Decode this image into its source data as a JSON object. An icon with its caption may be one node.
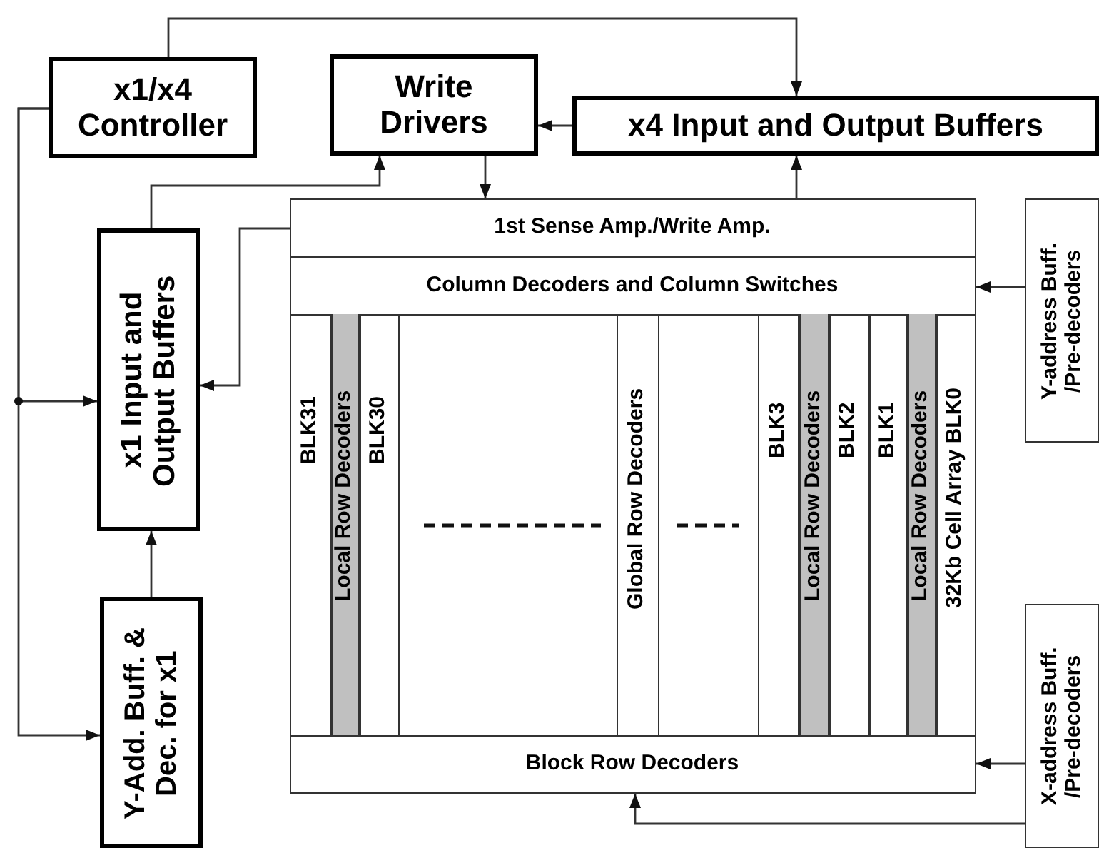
{
  "diagram": {
    "nodes": [
      {
        "text": [
          "x1/x4 Controller"
        ]
      },
      {
        "text": [
          "Write Drivers"
        ]
      },
      {
        "text": [
          "x4 Input and Output Buffers"
        ]
      },
      {
        "text": [],
        "shape": "box"
      },
      {
        "text": [
          "1st Sense Amp./Write Amp."
        ],
        "in": 3
      },
      {
        "text": [
          "Column Decoders and Column Switches"
        ],
        "in": 3
      },
      {
        "text": [
          "BLK31"
        ],
        "in": 3
      },
      {
        "text": [
          "Local Row Decoders"
        ],
        "in": 3
      },
      {
        "text": [
          "BLK30"
        ],
        "in": 3
      },
      {
        "text": [
          "Global Row Decoders"
        ],
        "in": 3
      },
      {
        "text": [
          "BLK3"
        ],
        "in": 3
      },
      {
        "text": [
          "Local Row Decoders"
        ],
        "in": 3
      },
      {
        "text": [
          "BLK2"
        ],
        "in": 3
      },
      {
        "text": [
          "BLK1"
        ],
        "in": 3
      },
      {
        "text": [
          "Local Row Decoders"
        ],
        "in": 3
      },
      {
        "text": [
          "32Kb Cell Array BLK0"
        ],
        "in": 3
      },
      {
        "text": [
          "Block Row Decoders"
        ],
        "in": 3
      },
      {
        "text": [
          "x1 Input and Output Buffers"
        ]
      },
      {
        "text": [
          "Y-address Buff. /Pre-decoders"
        ]
      },
      {
        "text": [
          "X-address Buff. /Pre-decoders"
        ]
      },
      {
        "text": [
          "Y-Add. Buff. & Dec. for x1"
        ]
      }
    ],
    "edges": [
      {
        "from": 0,
        "to": 2,
        "arrow": "to"
      },
      {
        "from": 0,
        "to": 17,
        "arrow": "to"
      },
      {
        "from": 0,
        "to": 20,
        "arrow": "to"
      },
      {
        "from": 2,
        "to": 1,
        "arrow": "to"
      },
      {
        "from": 17,
        "to": 1,
        "arrow": "to"
      },
      {
        "from": 1,
        "to": 4,
        "arrow": "to"
      },
      {
        "from": 4,
        "to": 2,
        "arrow": "to"
      },
      {
        "from": 4,
        "to": 17,
        "arrow": "to"
      },
      {
        "from": 20,
        "to": 17,
        "arrow": "to"
      },
      {
        "from": 18,
        "to": 5,
        "arrow": "to"
      },
      {
        "from": 19,
        "to": 16,
        "arrow": "to"
      },
      {
        "from": 19,
        "to": 16,
        "arrow": "to"
      }
    ]
  }
}
